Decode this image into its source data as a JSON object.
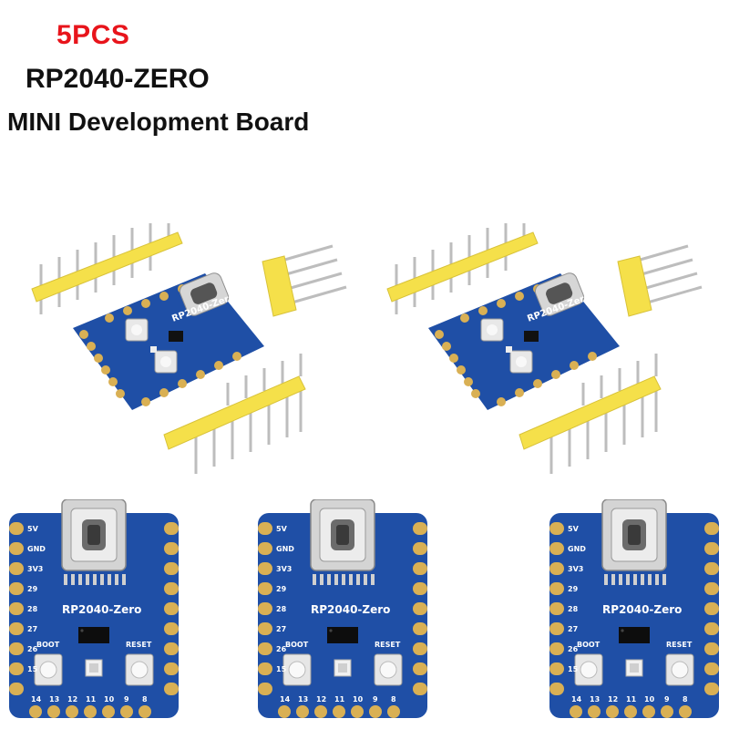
{
  "header": {
    "quantity": "5PCS",
    "product_name": "RP2040-ZERO",
    "description": "MINI Development Board"
  },
  "board": {
    "label": "RP2040-Zero",
    "boot_label": "BOOT",
    "reset_label": "RESET",
    "left_pins": [
      "5V",
      "GND",
      "3V3",
      "29",
      "28",
      "27",
      "26",
      "15"
    ],
    "bottom_pins": [
      "14",
      "13",
      "12",
      "11",
      "10",
      "9",
      "8"
    ],
    "colors": {
      "pcb": "#1f4fa6",
      "pad": "#d9b054",
      "header_plastic": "#f5e04a",
      "pin_metal": "#c9c9c9"
    }
  }
}
